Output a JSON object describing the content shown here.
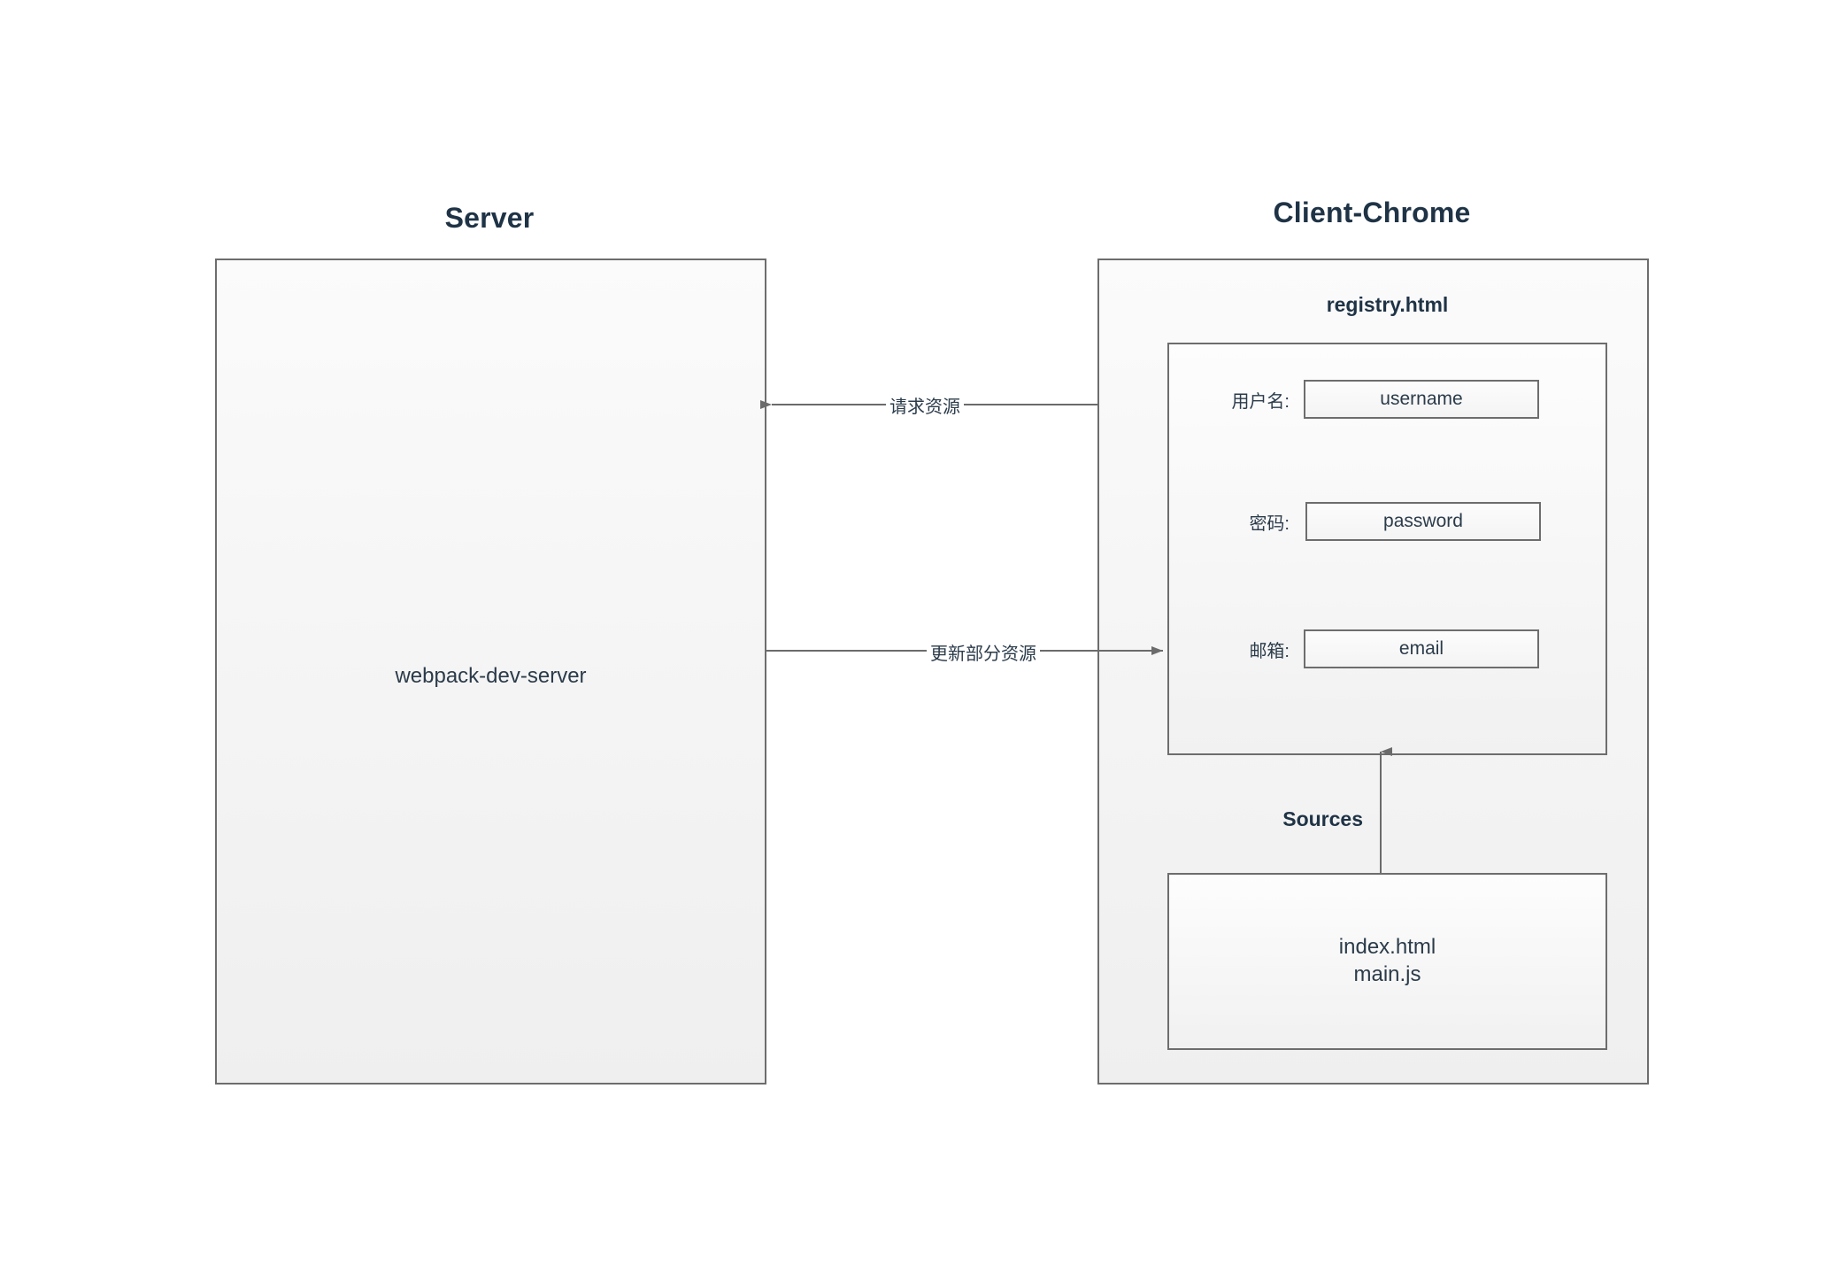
{
  "diagram": {
    "server": {
      "title": "Server",
      "node_label": "webpack-dev-server"
    },
    "client": {
      "title": "Client-Chrome",
      "registry": {
        "label": "registry.html",
        "fields": [
          {
            "label": "用户名:",
            "value": "username"
          },
          {
            "label": "密码:",
            "value": "password"
          },
          {
            "label": "邮箱:",
            "value": "email"
          }
        ]
      },
      "sources": {
        "arrow_label": "Sources",
        "files": "index.html\nmain.js"
      }
    },
    "connections": [
      {
        "name": "request-resource",
        "caption": "请求资源",
        "direction": "client-to-server"
      },
      {
        "name": "update-partial-resource",
        "caption": "更新部分资源",
        "direction": "server-to-client"
      },
      {
        "name": "sources-feed",
        "caption": "Sources",
        "direction": "sources-to-registry"
      }
    ],
    "colors": {
      "box_border": "#6d6d6d",
      "box_fill": "#f4f4f4",
      "inner_fill": "#f8f8f8",
      "text": "#2b3b4a",
      "title_text": "#1f3346",
      "connector": "#6b6b6b",
      "page_background": "#ffffff"
    }
  }
}
